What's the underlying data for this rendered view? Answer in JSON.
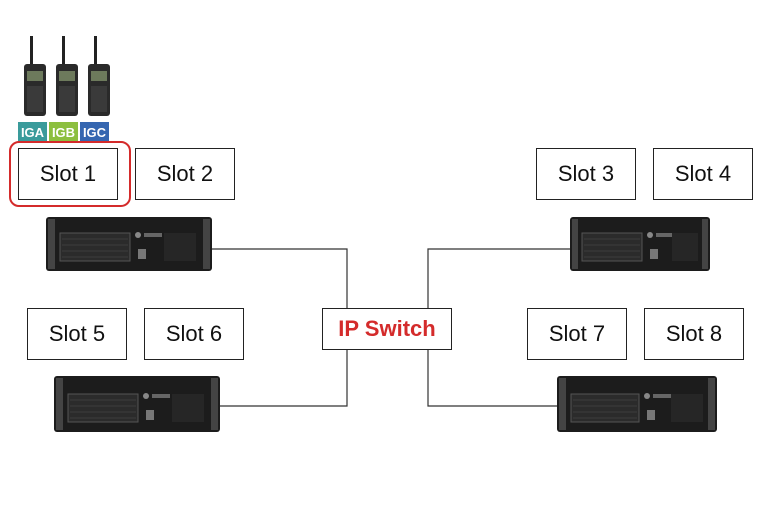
{
  "slots": {
    "s1": "Slot 1",
    "s2": "Slot 2",
    "s3": "Slot 3",
    "s4": "Slot 4",
    "s5": "Slot 5",
    "s6": "Slot 6",
    "s7": "Slot 7",
    "s8": "Slot 8"
  },
  "switch": {
    "label": "IP Switch"
  },
  "talkgroups": [
    {
      "label": "IGA",
      "color": "#3a9b9b"
    },
    {
      "label": "IGB",
      "color": "#8cbf3f"
    },
    {
      "label": "IGC",
      "color": "#3566b0"
    }
  ],
  "colors": {
    "highlight": "#d42b2b",
    "switch_text": "#d42b2b",
    "lines": "#333333"
  }
}
